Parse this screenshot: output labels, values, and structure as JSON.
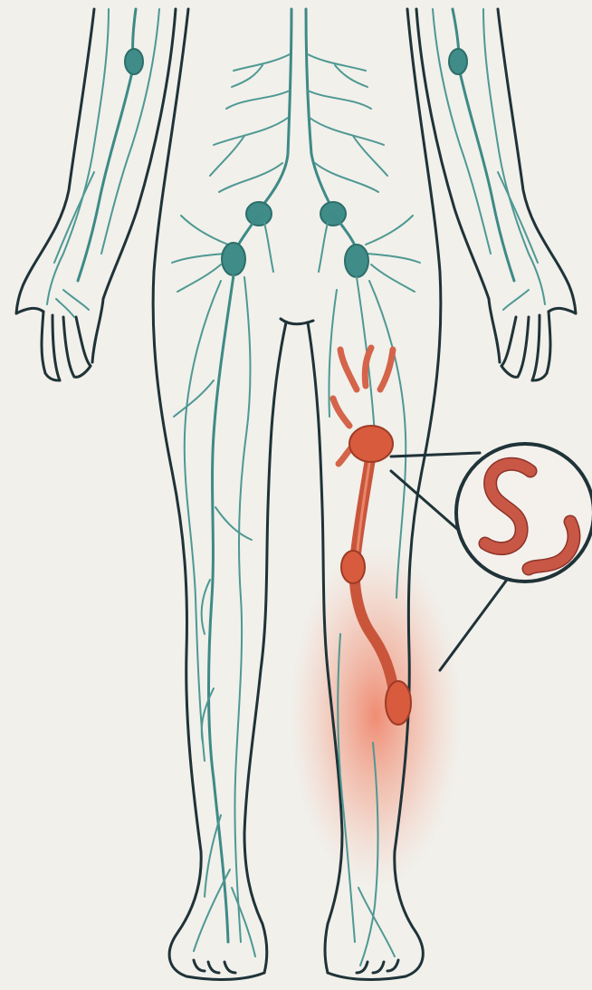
{
  "illustration": {
    "subject": "lymphatic-system-legs-arms",
    "palette": {
      "background": "#f1f0eb",
      "outline": "#1f3338",
      "lymph_vessel": "#3e8a86",
      "lymph_node": "#3f8c88",
      "inflamed": "#c9553b",
      "inflammation_glow": "#ef8a6f",
      "worm": "#c95745"
    },
    "icons": [
      "magnifier-callout",
      "parasitic-worm",
      "inflamed-lymph-node"
    ]
  }
}
